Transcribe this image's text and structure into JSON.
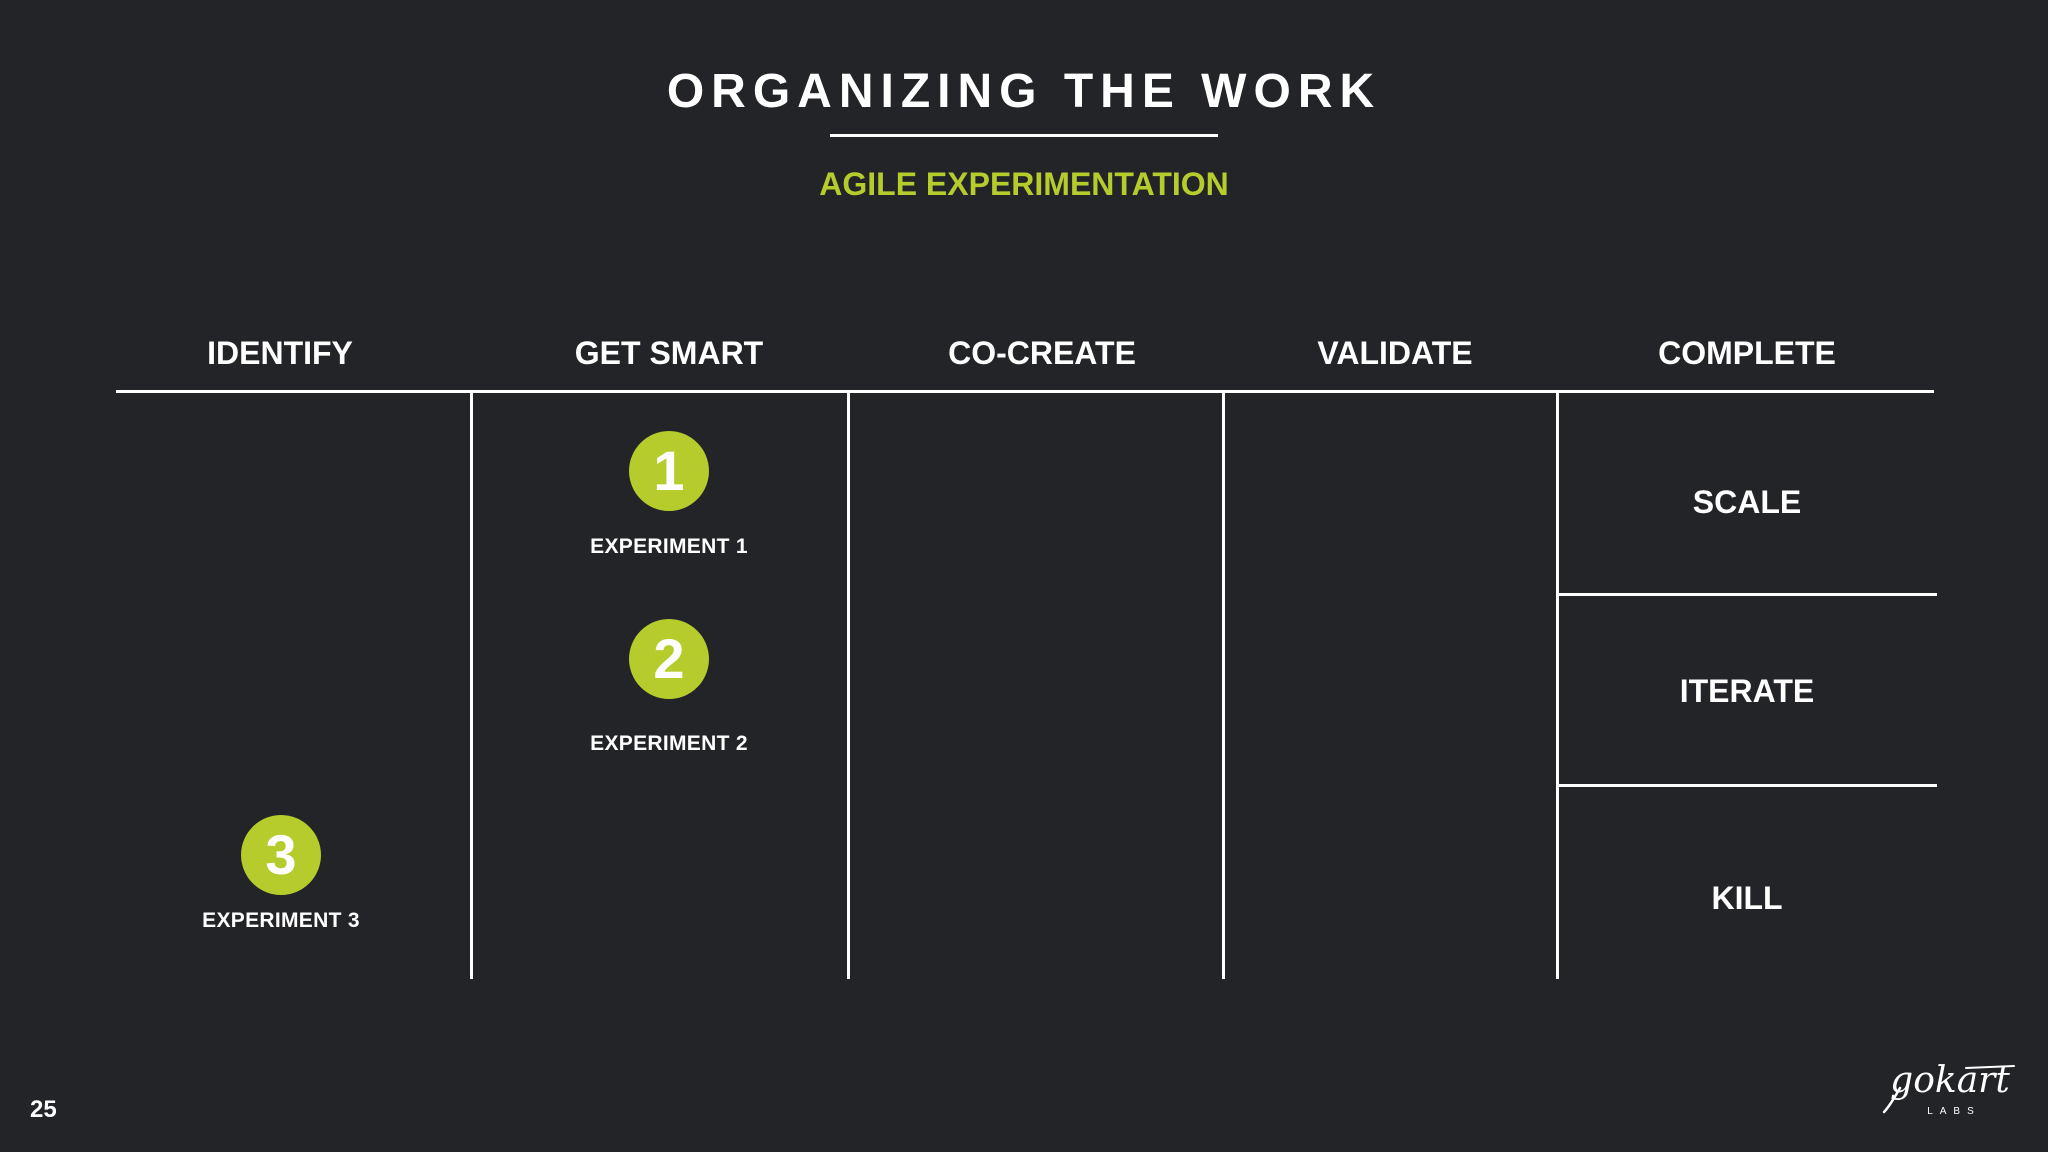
{
  "slide": {
    "title": "ORGANIZING THE WORK",
    "subtitle": "AGILE EXPERIMENTATION",
    "page_number": "25"
  },
  "columns": [
    {
      "label": "IDENTIFY"
    },
    {
      "label": "GET SMART"
    },
    {
      "label": "CO-CREATE"
    },
    {
      "label": "VALIDATE"
    },
    {
      "label": "COMPLETE"
    }
  ],
  "experiments": [
    {
      "number": "1",
      "label": "EXPERIMENT 1",
      "column": "GET SMART"
    },
    {
      "number": "2",
      "label": "EXPERIMENT 2",
      "column": "GET SMART"
    },
    {
      "number": "3",
      "label": "EXPERIMENT 3",
      "column": "IDENTIFY"
    }
  ],
  "outcomes": [
    {
      "label": "SCALE"
    },
    {
      "label": "ITERATE"
    },
    {
      "label": "KILL"
    }
  ],
  "logo": {
    "wordmark": "gokart",
    "sub": "LABS"
  },
  "colors": {
    "background": "#232428",
    "accent": "#b5cc2c",
    "text": "#ffffff"
  }
}
